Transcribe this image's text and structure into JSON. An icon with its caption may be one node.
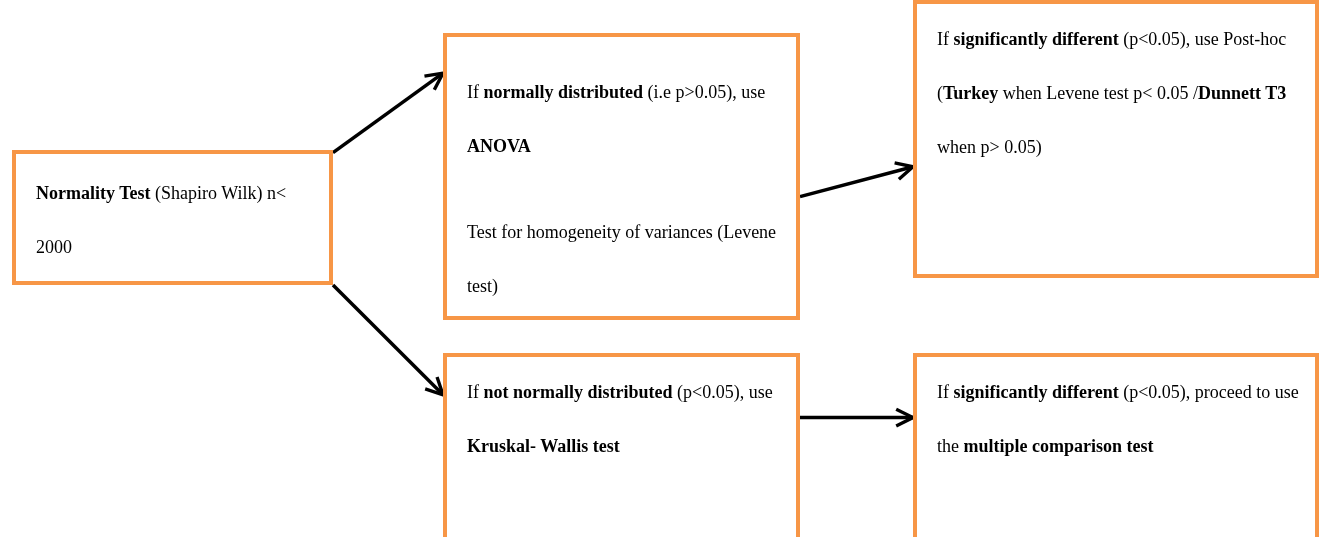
{
  "diagram": {
    "nodes": [
      {
        "text": [
          "**Normality Test** (Shapiro Wilk) n< 2000"
        ]
      },
      {
        "text": [
          "If **normally distributed** (i.e p>0.05), use **ANOVA**",
          "Test for homogeneity of variances (Levene test)"
        ]
      },
      {
        "text": [
          "If **significantly different** (p<0.05), use Post-hoc (**Turkey** when Levene test p< 0.05 /**Dunnett T3** when p> 0.05)"
        ]
      },
      {
        "text": [
          "If **not normally distributed** (p<0.05), use **Kruskal- Wallis test**"
        ]
      },
      {
        "text": [
          "If **significantly different** (p<0.05), proceed to use the **multiple comparison test**"
        ]
      }
    ],
    "edges": [
      {
        "from": 0,
        "to": 1,
        "arrow": "to"
      },
      {
        "from": 0,
        "to": 3,
        "arrow": "to"
      },
      {
        "from": 1,
        "to": 2,
        "arrow": "to"
      },
      {
        "from": 3,
        "to": 4,
        "arrow": "to"
      }
    ]
  }
}
